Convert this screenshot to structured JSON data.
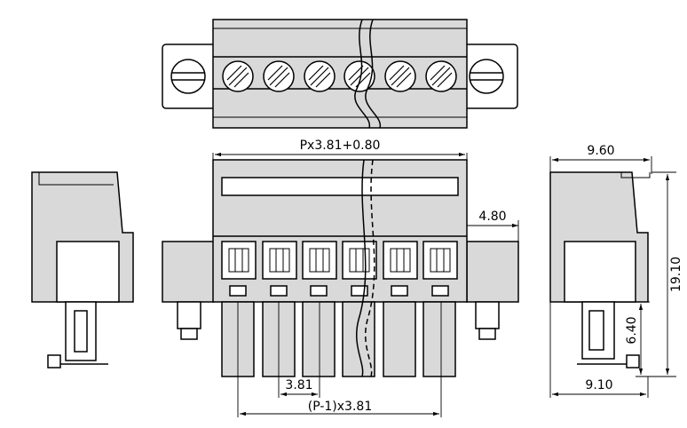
{
  "dimensions": {
    "total_width": "Px3.81+0.80",
    "flange": "4.80",
    "depth": "9.60",
    "height": "19.10",
    "pin_length": "6.40",
    "bottom_depth": "9.10",
    "pitch": "3.81",
    "pin_span": "(P-1)x3.81"
  },
  "pin_count": 6
}
